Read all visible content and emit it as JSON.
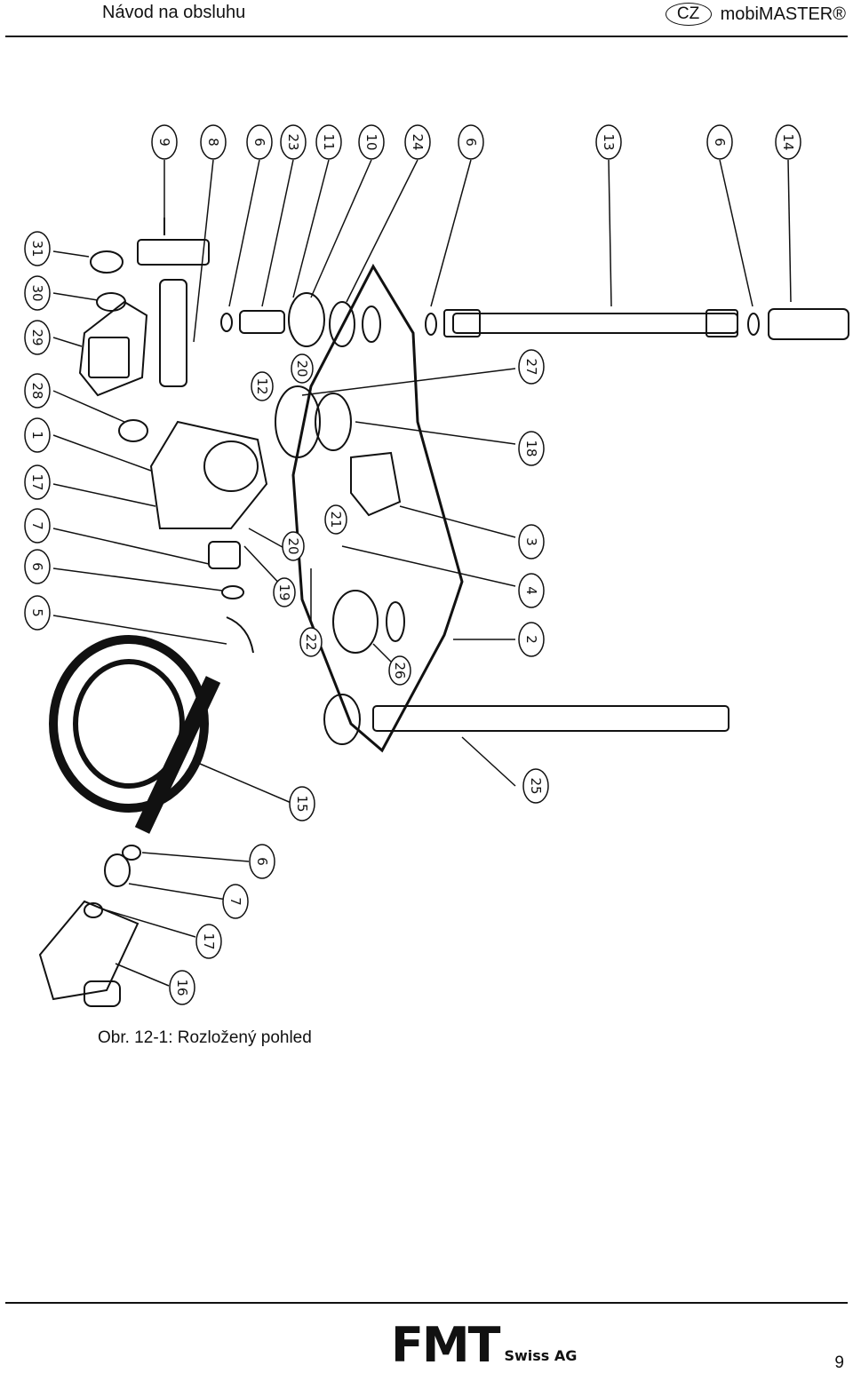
{
  "header": {
    "left_title": "Návod na obsluhu",
    "lang_code": "CZ",
    "product": "mobiMASTER®"
  },
  "figure": {
    "caption": "Obr. 12-1: Rozložený pohled",
    "callouts": [
      "9",
      "8",
      "6",
      "23",
      "11",
      "10",
      "24",
      "6",
      "13",
      "6",
      "14",
      "31",
      "30",
      "29",
      "28",
      "1",
      "17",
      "7",
      "6",
      "5",
      "20",
      "12",
      "27",
      "18",
      "21",
      "20",
      "19",
      "22",
      "3",
      "4",
      "2",
      "26",
      "25",
      "15",
      "6",
      "7",
      "17",
      "16"
    ]
  },
  "footer": {
    "logo_mark": "FMT",
    "logo_sub": "Swiss AG",
    "page_number": "9"
  }
}
